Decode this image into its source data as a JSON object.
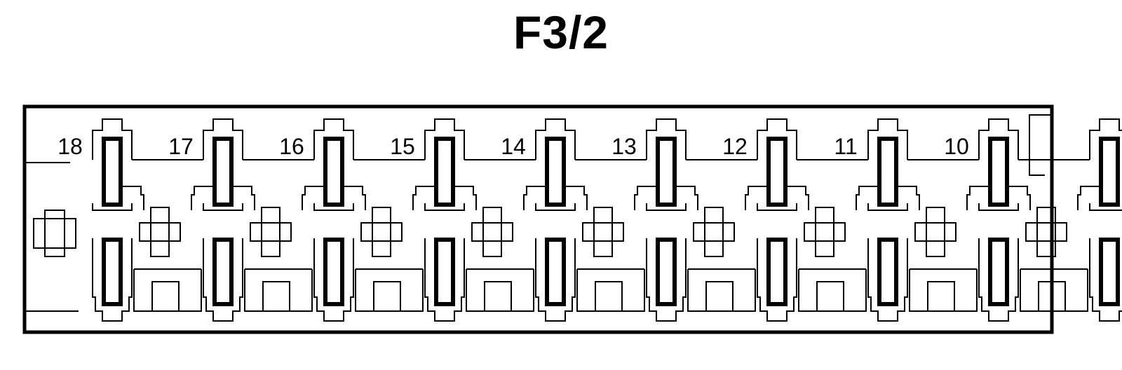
{
  "title": "F3/2",
  "fuse_positions": [
    "18",
    "17",
    "16",
    "15",
    "14",
    "13",
    "12",
    "11",
    "10"
  ]
}
